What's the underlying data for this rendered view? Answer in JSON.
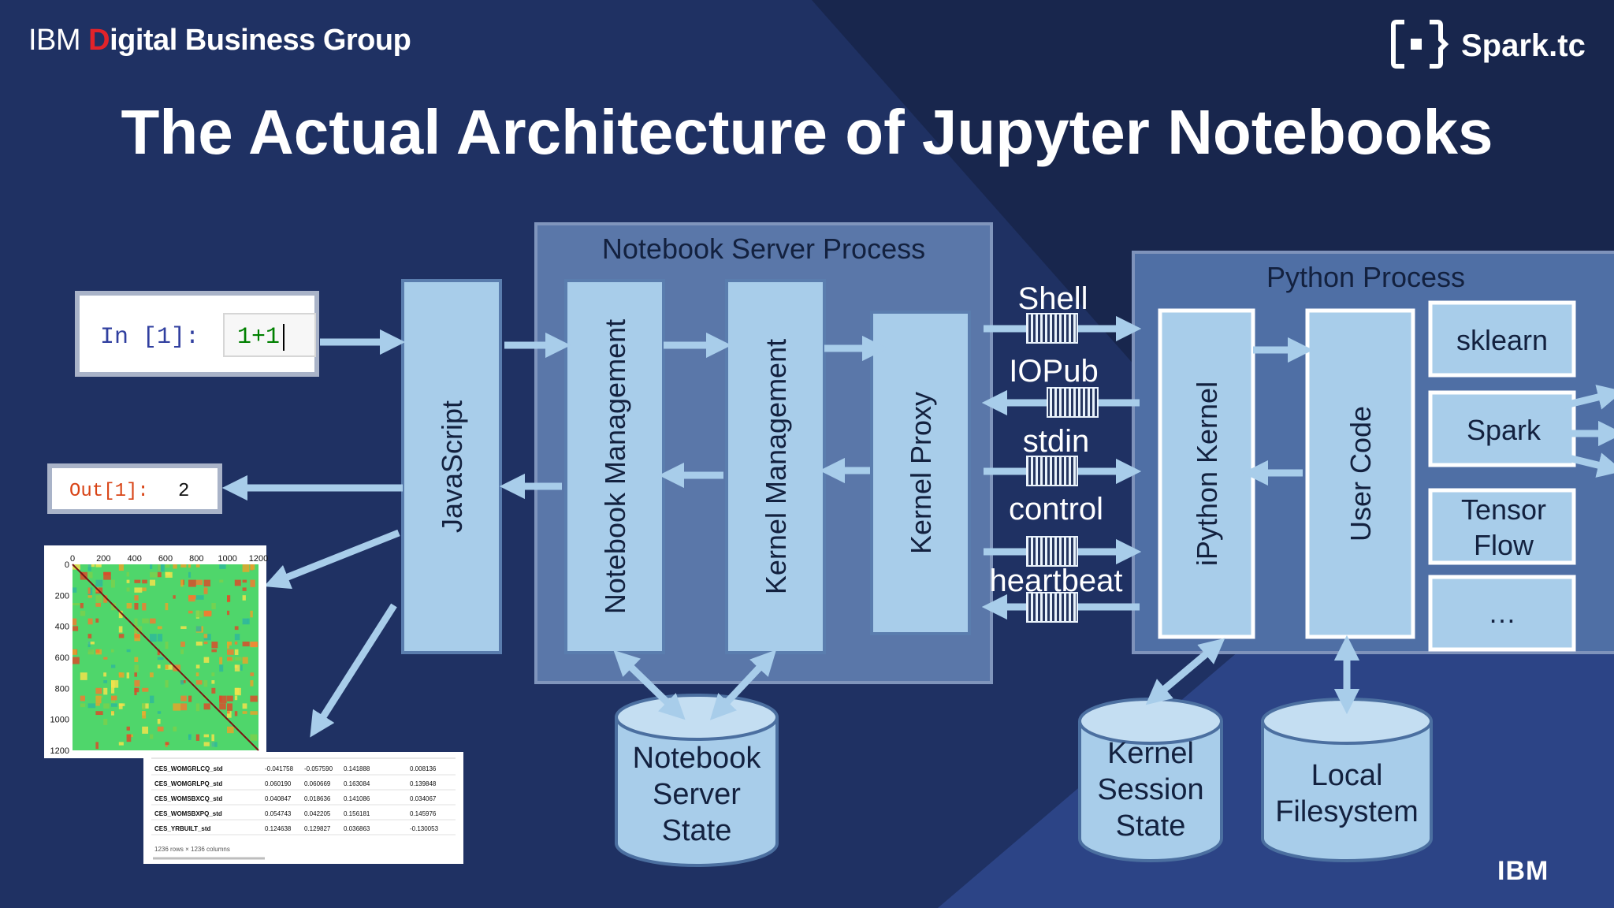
{
  "header": {
    "brand_light": "IBM",
    "brand_bold": "Digital Business Group",
    "title": "The Actual Architecture of Jupyter Notebooks",
    "spark_logo": "Spark.tc",
    "ibm_logo": "IBM"
  },
  "containers": {
    "notebook_server": "Notebook Server Process",
    "python_process": "Python Process"
  },
  "components": {
    "javascript": "JavaScript",
    "notebook_management": "Notebook Management",
    "kernel_management": "Kernel Management",
    "kernel_proxy": "Kernel Proxy",
    "ipython_kernel": "iPython Kernel",
    "user_code": "User Code"
  },
  "libraries": {
    "sklearn": "sklearn",
    "spark": "Spark",
    "tensorflow_line1": "Tensor",
    "tensorflow_line2": "Flow",
    "more": "…"
  },
  "channels": {
    "shell": "Shell",
    "iopub": "IOPub",
    "stdin": "stdin",
    "control": "control",
    "heartbeat": "heartbeat"
  },
  "stores": {
    "notebook_state": [
      "Notebook",
      "Server",
      "State"
    ],
    "kernel_state": [
      "Kernel",
      "Session",
      "State"
    ],
    "filesystem": [
      "Local",
      "Filesystem"
    ]
  },
  "cells": {
    "in_label": "In [1]:",
    "in_code": "1+1",
    "out_label": "Out[1]:",
    "out_value": "2"
  },
  "heatmap": {
    "x_ticks": [
      "0",
      "200",
      "400",
      "600",
      "800",
      "1000",
      "1200"
    ],
    "y_ticks": [
      "0",
      "200",
      "400",
      "600",
      "800",
      "1000",
      "1200"
    ]
  },
  "table": {
    "rows": [
      [
        "CES_WOMGRLCQ_std",
        "-0.041758",
        "-0.057590",
        "0.141888",
        "0.008136"
      ],
      [
        "CES_WOMGRLPQ_std",
        "0.060190",
        "0.060669",
        "0.163084",
        "0.139848"
      ],
      [
        "CES_WOMSBXCQ_std",
        "0.040847",
        "0.018636",
        "0.141086",
        "0.034067"
      ],
      [
        "CES_WOMSBXPQ_std",
        "0.054743",
        "0.042205",
        "0.156181",
        "0.145976"
      ],
      [
        "CES_YRBUILT_std",
        "0.124638",
        "0.129827",
        "0.036863",
        "-0.130053"
      ]
    ],
    "footer": "1236 rows × 1236 columns"
  }
}
